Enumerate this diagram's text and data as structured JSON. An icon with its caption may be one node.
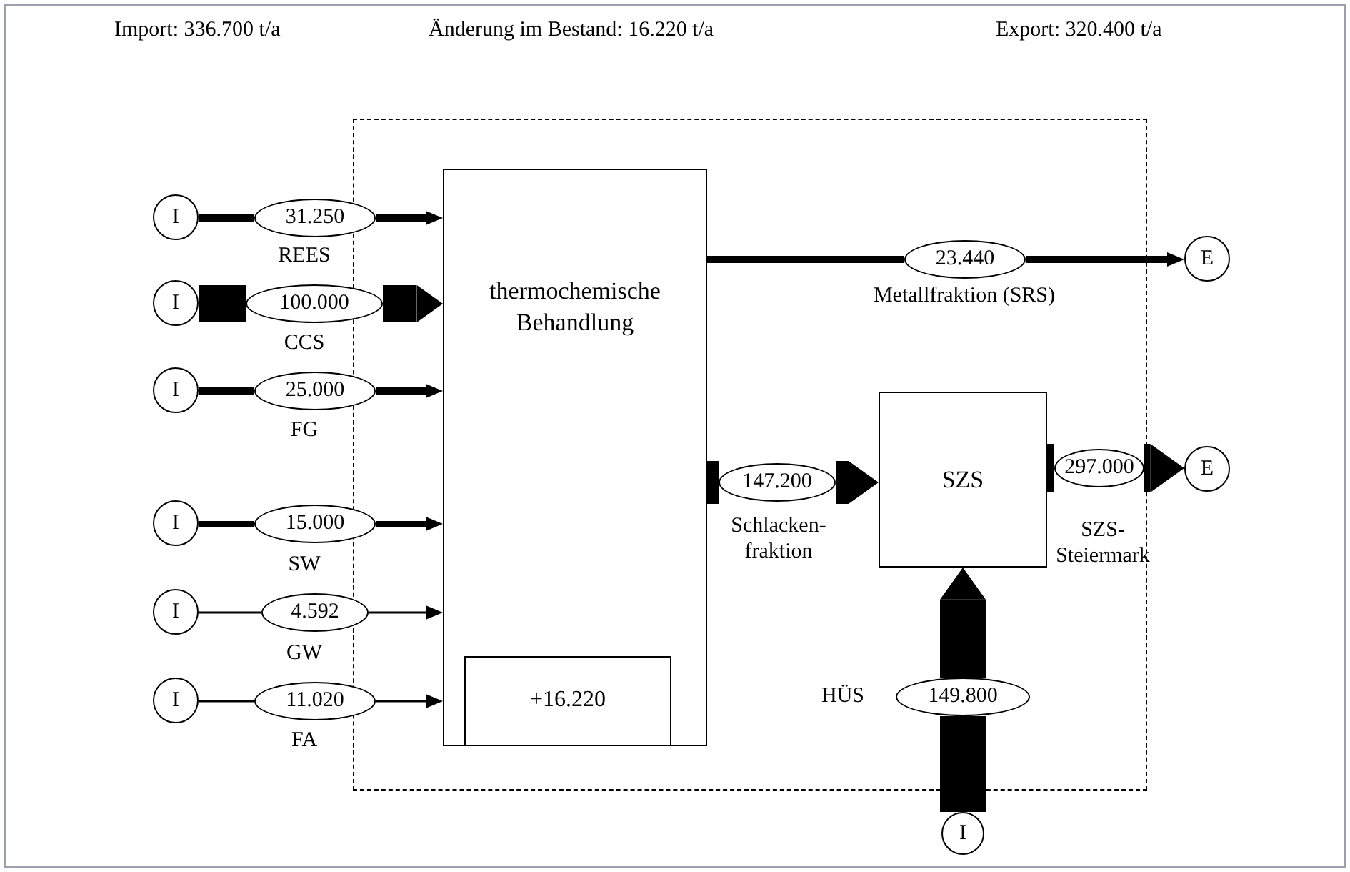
{
  "diagram": {
    "nodes": [
      {
        "text": [],
        "shape": "box"
      },
      {
        "text": [
          "thermochemische Behandlung"
        ],
        "in": 0
      },
      {
        "text": [
          "+16.220"
        ],
        "in": 1
      },
      {
        "text": [
          "SZS"
        ],
        "in": 0
      },
      {
        "text": [
          "I"
        ]
      },
      {
        "text": [
          "31.250"
        ],
        "beside": [
          "REES"
        ]
      },
      {
        "text": [
          "I"
        ]
      },
      {
        "text": [
          "100.000"
        ],
        "beside": [
          "CCS"
        ]
      },
      {
        "text": [
          "I"
        ]
      },
      {
        "text": [
          "25.000"
        ],
        "beside": [
          "FG"
        ]
      },
      {
        "text": [
          "I"
        ]
      },
      {
        "text": [
          "15.000"
        ],
        "beside": [
          "SW"
        ]
      },
      {
        "text": [
          "I"
        ]
      },
      {
        "text": [
          "4.592"
        ],
        "beside": [
          "GW"
        ]
      },
      {
        "text": [
          "I"
        ]
      },
      {
        "text": [
          "11.020"
        ],
        "beside": [
          "FA"
        ]
      },
      {
        "text": [
          "23.440"
        ],
        "beside": [
          "Metallfraktion (SRS)"
        ],
        "in": 0
      },
      {
        "text": [
          "E"
        ]
      },
      {
        "text": [
          "147.200"
        ],
        "beside": [
          "Schlacken- fraktion"
        ],
        "in": 0
      },
      {
        "text": [
          "297.000"
        ],
        "in": 0
      },
      {
        "text": [
          "E"
        ]
      },
      {
        "text": [
          "149.800"
        ],
        "beside": [
          "HÜS"
        ],
        "in": 0
      },
      {
        "text": [
          "I"
        ]
      }
    ],
    "edges": [
      {
        "from": 4,
        "to": 5,
        "arrow": "none"
      },
      {
        "from": 5,
        "to": 1,
        "arrow": "to"
      },
      {
        "from": 6,
        "to": 7,
        "arrow": "none",
        "style": "thick"
      },
      {
        "from": 7,
        "to": 1,
        "arrow": "to",
        "style": "thick"
      },
      {
        "from": 8,
        "to": 9,
        "arrow": "none"
      },
      {
        "from": 9,
        "to": 1,
        "arrow": "to"
      },
      {
        "from": 10,
        "to": 11,
        "arrow": "none"
      },
      {
        "from": 11,
        "to": 1,
        "arrow": "to"
      },
      {
        "from": 12,
        "to": 13,
        "arrow": "none"
      },
      {
        "from": 13,
        "to": 1,
        "arrow": "to"
      },
      {
        "from": 14,
        "to": 15,
        "arrow": "none"
      },
      {
        "from": 15,
        "to": 1,
        "arrow": "to"
      },
      {
        "from": 1,
        "to": 16,
        "arrow": "none"
      },
      {
        "from": 16,
        "to": 17,
        "arrow": "to"
      },
      {
        "from": 1,
        "to": 18,
        "arrow": "none",
        "style": "thick"
      },
      {
        "from": 18,
        "to": 3,
        "arrow": "to",
        "style": "thick"
      },
      {
        "from": 3,
        "to": 19,
        "arrow": "none",
        "style": "thick"
      },
      {
        "from": 19,
        "to": 20,
        "arrow": "to",
        "style": "thick"
      },
      {
        "from": 22,
        "to": 21,
        "arrow": "none",
        "style": "thick"
      },
      {
        "from": 21,
        "to": 3,
        "arrow": "to",
        "style": "thick"
      }
    ],
    "labels": [
      "Import: 336.700 t/a",
      "Änderung im Bestand: 16.220 t/a",
      "Export: 320.400 t/a",
      "SZS- Steiermark"
    ]
  }
}
